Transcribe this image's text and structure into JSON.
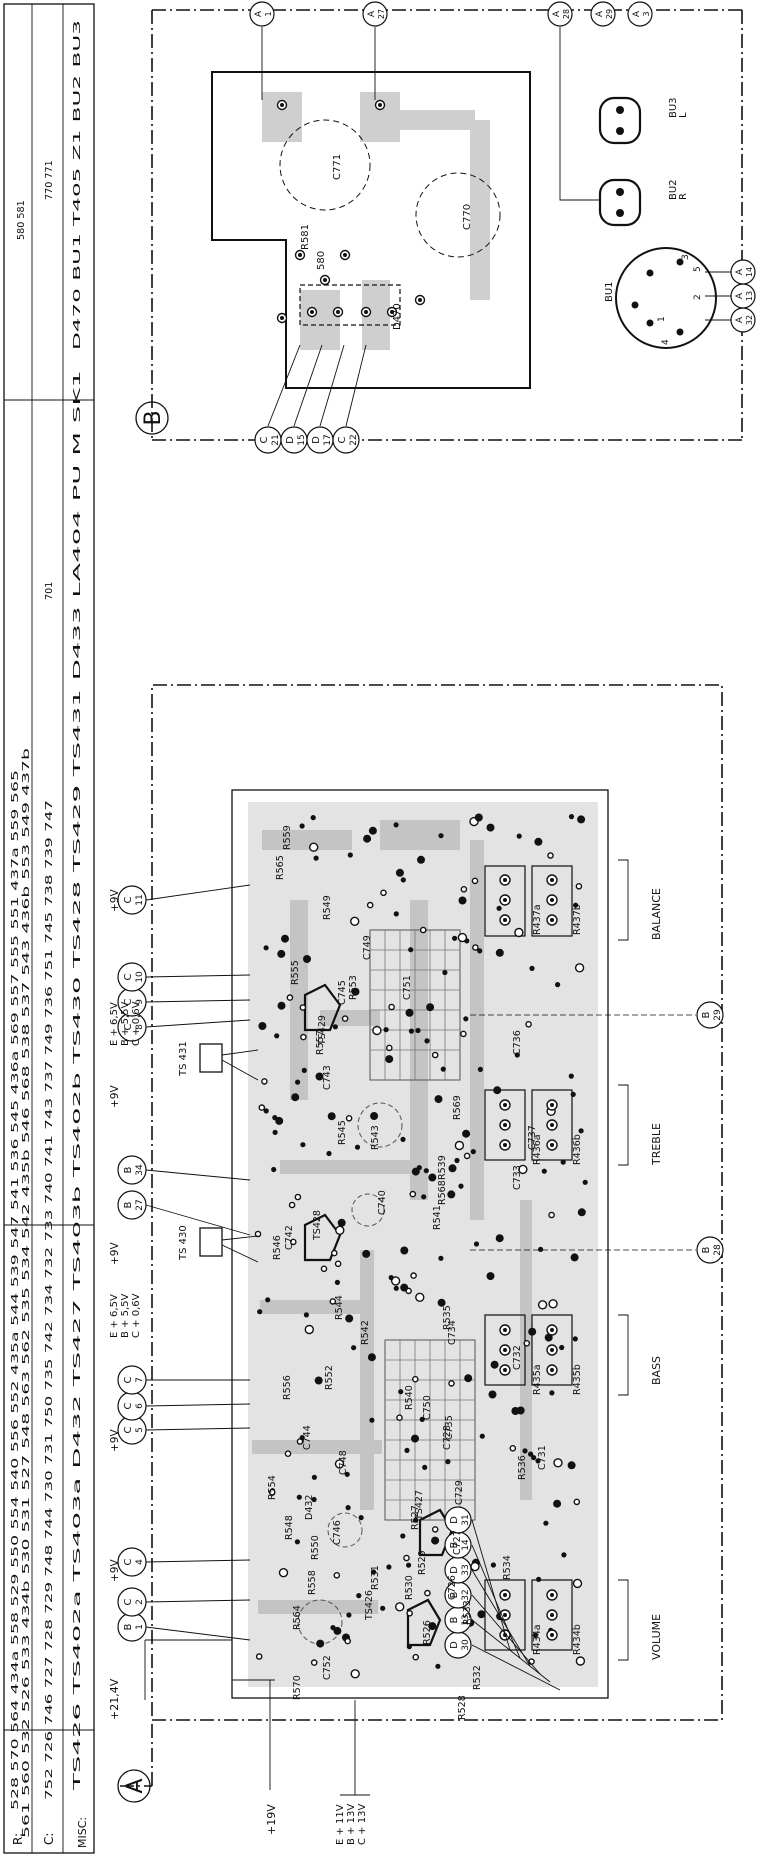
{
  "table": {
    "rows": [
      {
        "label": "R:",
        "lines": [
          "528 570 564 434a 558 529 550 554 540 556 552 435a 544 539 547 541 536 545 436a 569 557 555 551 437a 559 565",
          "561 560 532 526 533 434b 530 531 527 548 563 562 535 534 542 435b 546 568 538 537 543 436b 553 549 437b",
          "580 581"
        ]
      },
      {
        "label": "C:",
        "lines": [
          "752 726 746 727 728 729 748 744 730 731 750 735 742 734 732 733 740 741 743 737 749 736 751 745 738 739 747",
          "701",
          "770 771"
        ]
      },
      {
        "label": "MISC:",
        "lines": [
          "TS426 TS402a TS403a D432 TS427 TS403b TS402b TS430 TS428 TS429 TS431 D433 LA404 PU M SK1",
          "D470 BU1 T405 Z1 BU2 BU3"
        ]
      }
    ]
  },
  "panelA": {
    "label": "A",
    "supply_left": "+21,4V",
    "supply_bottom": "+19V",
    "supply_bus": [
      "E + 11V",
      "B + 13V",
      "C + 13V"
    ],
    "connectors_top": [
      {
        "a": "B",
        "n": "1"
      },
      {
        "a": "C",
        "n": "2"
      },
      {
        "a": "C",
        "n": "4"
      },
      {
        "a": "C",
        "n": "5"
      },
      {
        "a": "C",
        "n": "6"
      },
      {
        "a": "C",
        "n": "7"
      },
      {
        "a": "B",
        "n": "27"
      },
      {
        "a": "B",
        "n": "34"
      },
      {
        "a": "C",
        "n": "8"
      },
      {
        "a": "C",
        "n": "9"
      },
      {
        "a": "C",
        "n": "10"
      },
      {
        "a": "C",
        "n": "11"
      }
    ],
    "connectors_bottom": [
      {
        "a": "D",
        "n": "30"
      },
      {
        "a": "B",
        "n": "13"
      },
      {
        "a": "B",
        "n": "32"
      },
      {
        "a": "D",
        "n": "33"
      },
      {
        "a": "B",
        "n": "14"
      },
      {
        "a": "D",
        "n": "31"
      }
    ],
    "connectors_mid": [
      {
        "a": "B",
        "n": "28"
      },
      {
        "a": "B",
        "n": "29"
      }
    ],
    "plus9v": [
      "+9V",
      "+9V",
      "+9V",
      "+9V",
      "+9V"
    ],
    "rails1": [
      "E + 6,5V",
      "B + 5,5V",
      "C + 0,6V"
    ],
    "rails2": [
      "E + 6,5V",
      "B + 5,5V",
      "C + 0,6V"
    ],
    "ts_boxes": [
      "TS 430",
      "TS 431"
    ],
    "controls": [
      "VOLUME",
      "BASS",
      "TREBLE",
      "BALANCE"
    ],
    "parts": [
      "R570",
      "R564",
      "R528",
      "R532",
      "R526",
      "R530",
      "R531",
      "R533",
      "R529",
      "R527",
      "R558",
      "R550",
      "R548",
      "R554",
      "R556",
      "R552",
      "R540",
      "R542",
      "R544",
      "R546",
      "R541",
      "R568",
      "R539",
      "R535",
      "R534",
      "R536",
      "R543",
      "R545",
      "R557",
      "R569",
      "R553",
      "R555",
      "R565",
      "R559",
      "R549",
      "C752",
      "C746",
      "C744",
      "C748",
      "C742",
      "C740",
      "C728",
      "C729",
      "C727",
      "C726",
      "C735",
      "C734",
      "C750",
      "C743",
      "C745",
      "C749",
      "C751",
      "C731",
      "C732",
      "C733",
      "C737",
      "C736",
      "D432",
      "TS426",
      "TS427",
      "TS428",
      "TS429",
      "R434a",
      "R434b",
      "R435a",
      "R435b",
      "R436a",
      "R436b",
      "R437a",
      "R437b"
    ]
  },
  "panelB": {
    "label": "B",
    "connectors_left": [
      {
        "a": "C",
        "n": "21"
      },
      {
        "a": "D",
        "n": "15"
      },
      {
        "a": "D",
        "n": "17"
      },
      {
        "a": "C",
        "n": "22"
      }
    ],
    "connectors_top": [
      {
        "a": "A",
        "n": "1"
      },
      {
        "a": "A",
        "n": "27"
      },
      {
        "a": "A",
        "n": "28"
      },
      {
        "a": "A",
        "n": "29"
      },
      {
        "a": "A",
        "n": "3"
      }
    ],
    "connectors_bottom": [
      {
        "a": "A",
        "n": "32"
      },
      {
        "a": "A",
        "n": "13"
      },
      {
        "a": "A",
        "n": "14"
      }
    ],
    "parts": [
      "C771",
      "C770",
      "R581",
      "580",
      "D470",
      "BU1",
      "BU2",
      "BU3"
    ],
    "bu2_sub": "R",
    "bu3_sub": "L",
    "bu1_pins": [
      "1",
      "2",
      "3",
      "4",
      "5"
    ]
  }
}
